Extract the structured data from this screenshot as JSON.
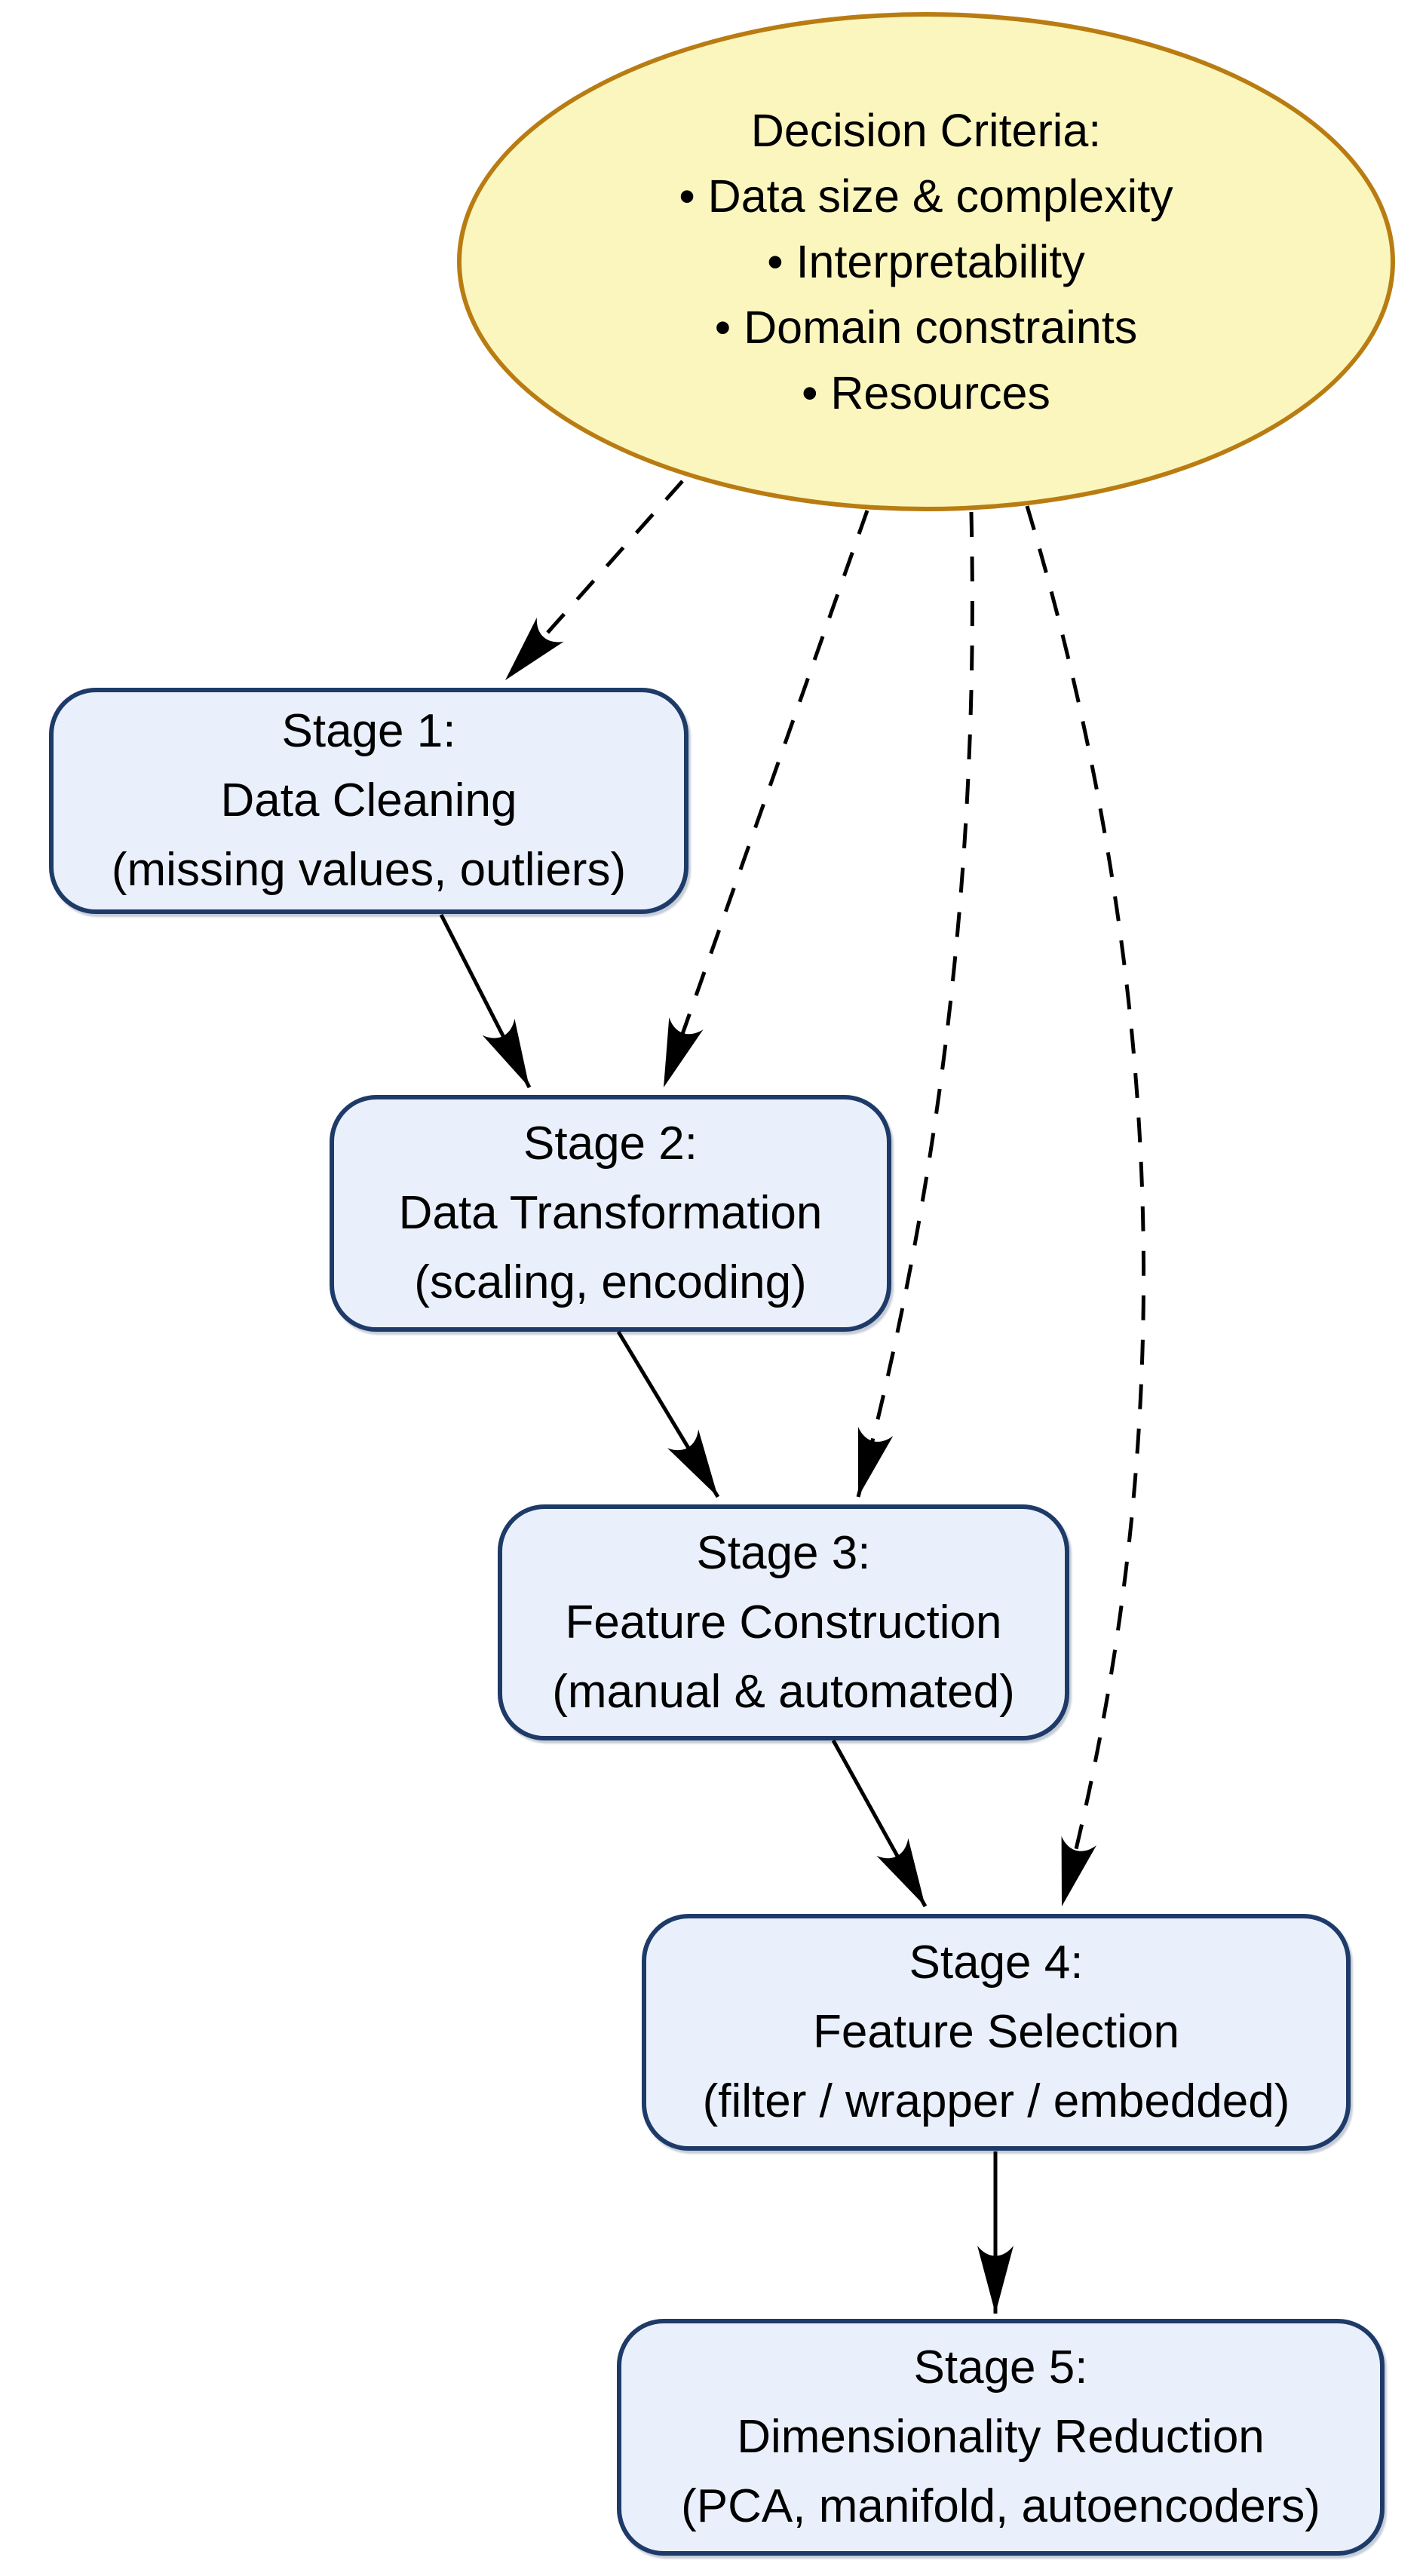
{
  "diagram": {
    "type": "flowchart",
    "background": "#FFFFFF",
    "decision_node": {
      "shape": "ellipse",
      "title": "Decision Criteria:",
      "bullets": [
        "• Data size & complexity",
        "• Interpretability",
        "• Domain constraints",
        "• Resources"
      ],
      "fill": "#FBF6BE",
      "border_color": "#B97C12"
    },
    "stages": [
      {
        "lines": [
          "Stage 1:",
          "Data Cleaning",
          "(missing values, outliers)"
        ]
      },
      {
        "lines": [
          "Stage 2:",
          "Data Transformation",
          "(scaling, encoding)"
        ]
      },
      {
        "lines": [
          "Stage 3:",
          "Feature Construction",
          "(manual & automated)"
        ]
      },
      {
        "lines": [
          "Stage 4:",
          "Feature Selection",
          "(filter / wrapper / embedded)"
        ]
      },
      {
        "lines": [
          "Stage 5:",
          "Dimensionality Reduction",
          "(PCA, manifold, autoencoders)"
        ]
      }
    ],
    "stage_style": {
      "fill": "#E9F0FB",
      "border_color": "#1E3A68",
      "text_color": "#000000"
    },
    "edges": {
      "solid_arrows": [
        {
          "from": "Stage 1",
          "to": "Stage 2"
        },
        {
          "from": "Stage 2",
          "to": "Stage 3"
        },
        {
          "from": "Stage 3",
          "to": "Stage 4"
        },
        {
          "from": "Stage 4",
          "to": "Stage 5"
        }
      ],
      "dashed_arrows": [
        {
          "from": "Decision Criteria",
          "to": "Stage 1"
        },
        {
          "from": "Decision Criteria",
          "to": "Stage 2"
        },
        {
          "from": "Decision Criteria",
          "to": "Stage 3"
        },
        {
          "from": "Decision Criteria",
          "to": "Stage 4"
        }
      ],
      "arrow_color": "#000000"
    }
  }
}
